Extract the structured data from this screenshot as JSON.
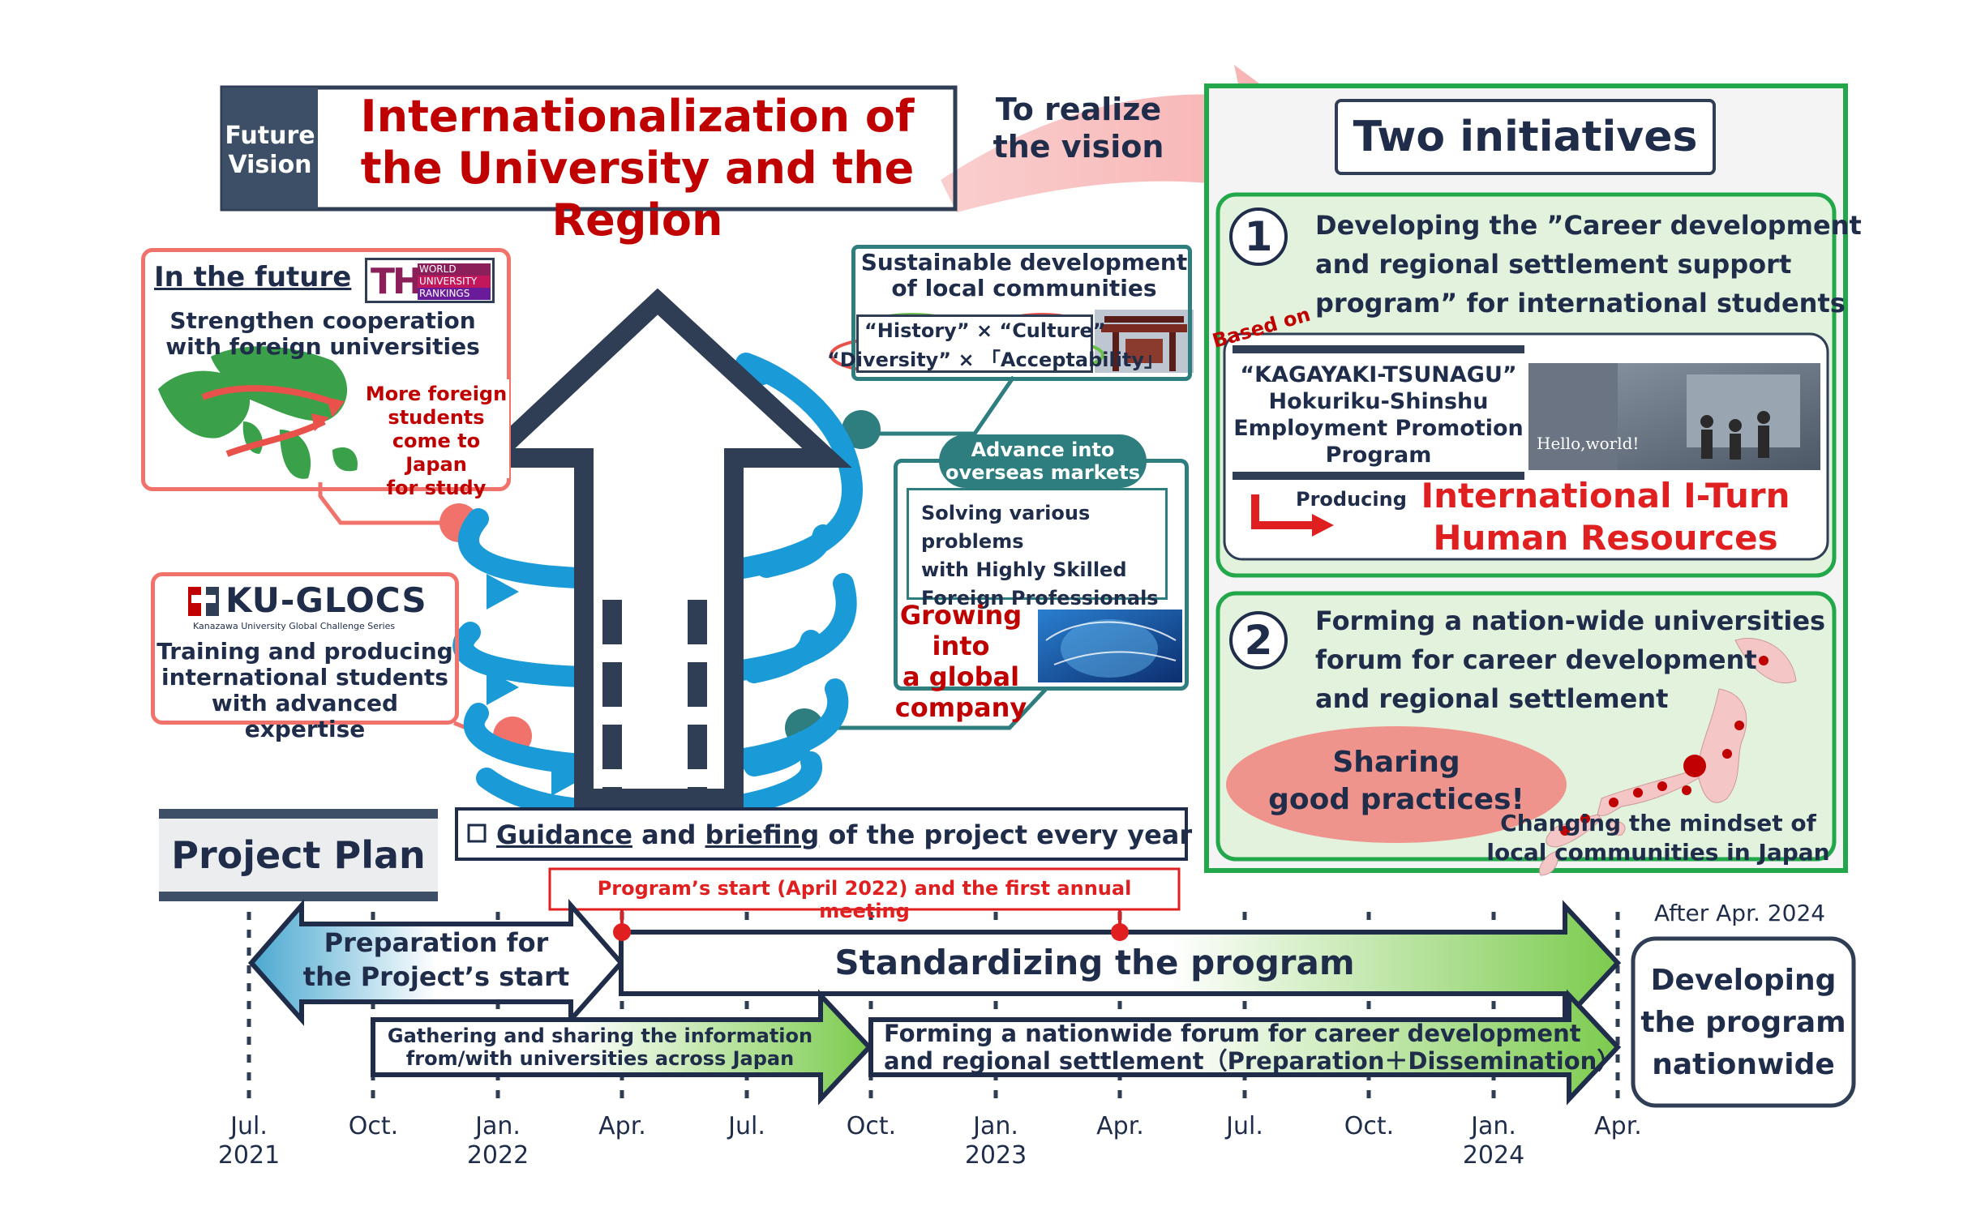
{
  "vision": {
    "label_line1": "Future",
    "label_line2": "Vision",
    "title_line1": "Internationalization of",
    "title_line2": "the University and the Region",
    "realize_line1": "To realize",
    "realize_line2": "the vision"
  },
  "future_box": {
    "heading": "In the future",
    "the_logo_letters": "THE",
    "the_logo_line1": "WORLD",
    "the_logo_line2": "UNIVERSITY",
    "the_logo_line3": "RANKINGS",
    "line1": "Strengthen cooperation",
    "line2": "with foreign universities",
    "foreign_line1": "More foreign",
    "foreign_line2": "students",
    "foreign_line3": "come to Japan",
    "foreign_line4": "for study"
  },
  "kuglocs_box": {
    "logo_text": "KU-GLOCS",
    "logo_sub": "Kanazawa University Global Challenge Series",
    "line1": "Training and producing",
    "line2": "international students",
    "line3": "with advanced expertise"
  },
  "sustainable_box": {
    "line1": "Sustainable development",
    "line2": "of local communities",
    "tag_history": "“History”",
    "tag_times1": "×",
    "tag_culture": "“Culture”",
    "tag_diversity": "“Diversity”",
    "tag_times2": "×",
    "tag_acceptability": "「Acceptability」"
  },
  "overseas_box": {
    "badge_line1": "Advance into",
    "badge_line2": "overseas markets",
    "line1": "Solving various problems",
    "line2": "with Highly Skilled",
    "line3": "Foreign Professionals",
    "growing_line1": "Growing into",
    "growing_line2": "a global",
    "growing_line3": "company"
  },
  "initiatives": {
    "title": "Two initiatives",
    "one_number": "1",
    "one_line1": "Developing the ”Career development",
    "one_line2": "and regional settlement support",
    "one_line3": "program” for international students",
    "based_on": "Based on",
    "kagayaki_line1": "“KAGAYAKI-TSUNAGU”",
    "kagayaki_line2": "Hokuriku-Shinshu",
    "kagayaki_line3": "Employment Promotion",
    "kagayaki_line4": "Program",
    "photo_caption": "Hello,world!",
    "producing": "Producing",
    "iturn_line1": "International I-Turn",
    "iturn_line2": "Human Resources",
    "two_number": "2",
    "two_line1": "Forming a nation-wide universities",
    "two_line2": "forum for career development",
    "two_line3": "and regional settlement",
    "sharing_line1": "Sharing",
    "sharing_line2": "good practices!",
    "mindset_line1": "Changing the mindset of",
    "mindset_line2": "local communities in Japan"
  },
  "plan": {
    "title": "Project Plan",
    "guidance_word": "Guidance",
    "and_word": " and ",
    "briefing_word": "briefing",
    "guidance_rest": " of the project every year",
    "program_start": "Program’s start (April 2022) and the first annual meeting",
    "after_label": "After Apr. 2024",
    "prep_line1": "Preparation for",
    "prep_line2": "the Project’s start",
    "standardizing": "Standardizing the program",
    "gathering_line1": "Gathering and sharing the information",
    "gathering_line2": "from/with universities across Japan",
    "forming_line1": "Forming a nationwide forum for career development",
    "forming_line2": "and regional settlement（Preparation＋Dissemination）",
    "developing_line1": "Developing",
    "developing_line2": "the program",
    "developing_line3": "nationwide",
    "timeline": [
      {
        "month": "Jul.",
        "year": "2021"
      },
      {
        "month": "Oct.",
        "year": ""
      },
      {
        "month": "Jan.",
        "year": "2022"
      },
      {
        "month": "Apr.",
        "year": ""
      },
      {
        "month": "Jul.",
        "year": ""
      },
      {
        "month": "Oct.",
        "year": ""
      },
      {
        "month": "Jan.",
        "year": "2023"
      },
      {
        "month": "Apr.",
        "year": ""
      },
      {
        "month": "Jul.",
        "year": ""
      },
      {
        "month": "Oct.",
        "year": ""
      },
      {
        "month": "Jan.",
        "year": "2024"
      },
      {
        "month": "Apr.",
        "year": ""
      }
    ]
  },
  "colors": {
    "navy": "#2f3e55",
    "red": "#c00000",
    "salmon": "#f0726b",
    "teal": "#2e7d7f",
    "blue": "#1a9bd8",
    "green": "#22a84a",
    "lightgreen": "#e3f2dc"
  }
}
